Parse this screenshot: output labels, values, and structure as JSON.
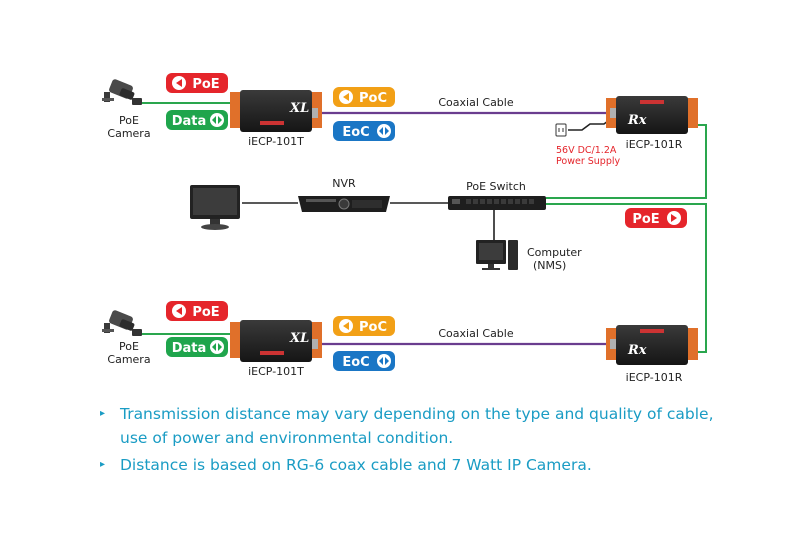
{
  "labels": {
    "poe_camera": "PoE",
    "camera": "Camera",
    "poe": "PoE",
    "data": "Data",
    "eoc": "EoC",
    "coaxial_cable": "Coaxial Cable",
    "transmitter": "iECP-101T",
    "receiver": "iECP-101R",
    "power_supply_line1": "56V DC/1.2A",
    "power_supply_line2": "Power Supply",
    "nvr": "NVR",
    "poe_switch": "PoE Switch",
    "computer_line1": "Computer",
    "computer_line2": "(NMS)"
  },
  "device_marks": {
    "tx_model": "XL",
    "rx_model": "Rx"
  },
  "notes": [
    "Transmission distance may vary depending on the type and quality of cable, use of power and environmental condition.",
    "Distance is based on RG-6 coax cable and 7 Watt IP Camera."
  ],
  "colors": {
    "poe_red": "#e5252b",
    "data_green": "#1fa54c",
    "poc_orange": "#f2a016",
    "eoc_blue": "#1a76c5",
    "coax_purple": "#6a3d8f",
    "green_link": "#2aa64e",
    "note_text": "#1a9cc4"
  },
  "icons": {
    "arrow_left": "arrow-left-icon",
    "arrow_right": "arrow-right-icon",
    "arrow_both": "arrow-both-icon"
  }
}
